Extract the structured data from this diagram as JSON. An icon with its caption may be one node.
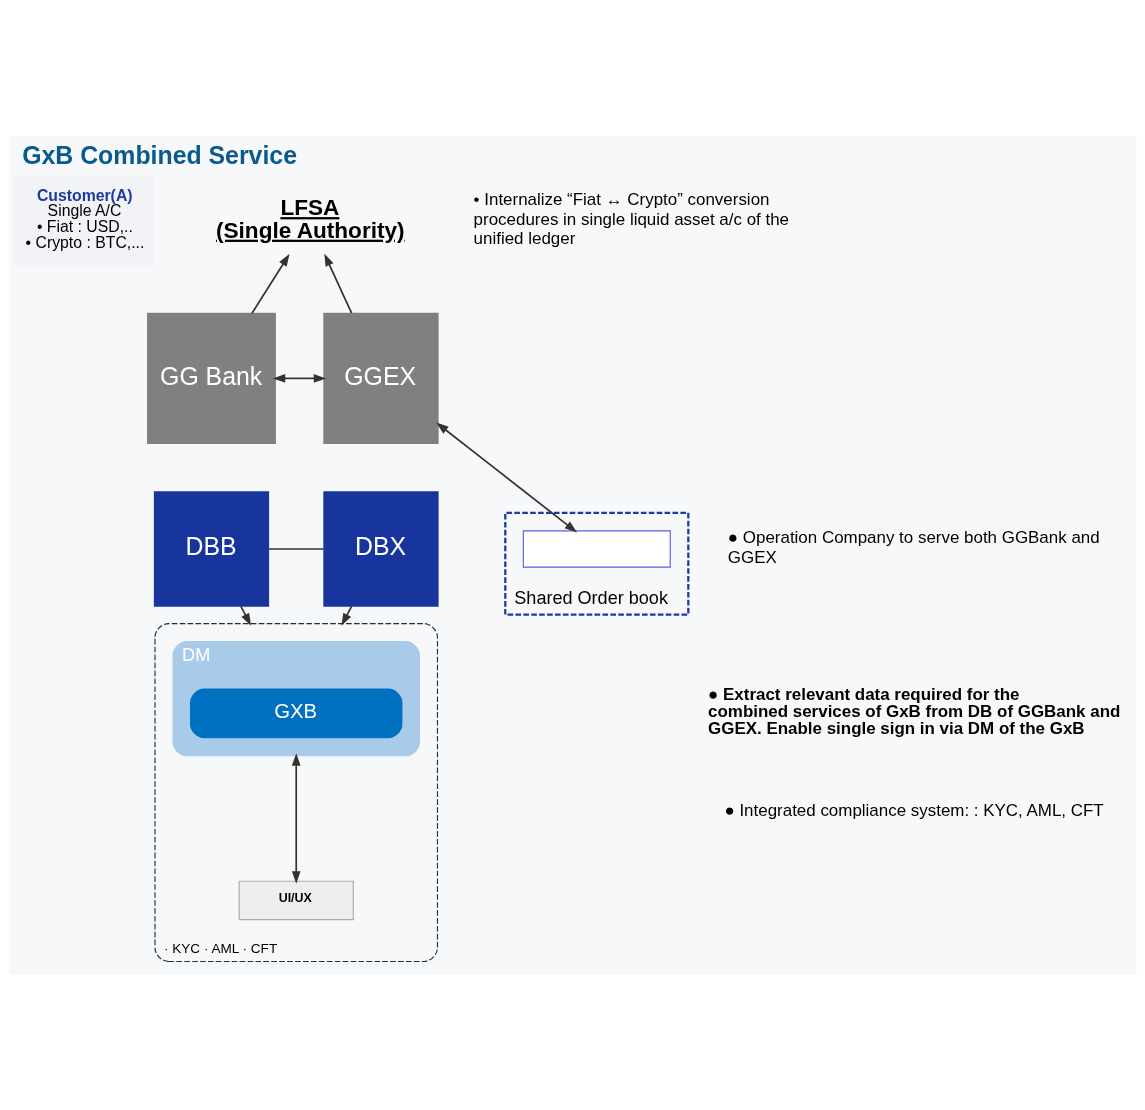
{
  "diagram": {
    "title": "GxB Combined Service",
    "nodes": [
      {
        "text": [
          "LFSA",
          "(Single Authority)"
        ]
      },
      {
        "text": [
          "Customer(A)",
          "Single A/C",
          "• Fiat : USD,..",
          "• Crypto : BTC,..."
        ]
      },
      {
        "text": [
          "Shared Order book"
        ]
      },
      {
        "text": [
          "GG Bank"
        ]
      },
      {
        "text": [
          "GGEX"
        ]
      },
      {
        "text": [],
        "shape": "box",
        "in": 2
      },
      {
        "text": [
          "DBB"
        ]
      },
      {
        "text": [
          "DBX"
        ]
      },
      {
        "text": [],
        "shape": "box",
        "beside": [
          "· KYC · AML · CFT"
        ]
      },
      {
        "text": [
          "DM"
        ],
        "in": 8
      },
      {
        "text": [
          "GXB"
        ],
        "in": 9
      },
      {
        "text": [
          "UI/UX"
        ],
        "in": 8
      }
    ],
    "edges": [
      {
        "from": 3,
        "to": 0,
        "arrow": "to"
      },
      {
        "from": 4,
        "to": 0,
        "arrow": "to"
      },
      {
        "from": 3,
        "to": 4,
        "arrow": "both"
      },
      {
        "from": 4,
        "to": 5,
        "arrow": "both"
      },
      {
        "from": 6,
        "to": 7,
        "arrow": "none"
      },
      {
        "from": 6,
        "to": 8,
        "arrow": "to"
      },
      {
        "from": 7,
        "to": 8,
        "arrow": "to"
      },
      {
        "from": 9,
        "to": 11,
        "arrow": "both"
      }
    ],
    "labels": [
      "• Internalize “Fiat ↔ Crypto” conversion procedures in single liquid asset a/c of the unified ledger",
      "● Operation Company to serve both GGBank and GGEX",
      "● Extract relevant data required for the combined services of GxB from DB of GGBank and GGEX. Enable single sign in via DM of the GxB",
      "● Integrated compliance system: : KYC, AML, CFT"
    ]
  }
}
